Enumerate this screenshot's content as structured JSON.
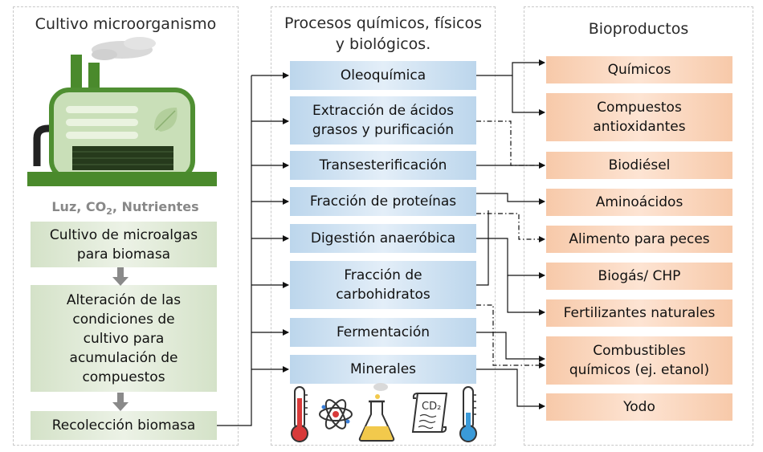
{
  "panels": {
    "left_title": "Cultivo microorganismo",
    "middle_title_line1": "Procesos químicos, físicos",
    "middle_title_line2": "y biológicos.",
    "right_title": "Bioproductos"
  },
  "inputs": {
    "luz": "Luz, CO",
    "co2_sub": "2",
    "rest": ", Nutrientes"
  },
  "steps": [
    {
      "line1": "Cultivo de microalgas",
      "line2": "para biomasa"
    },
    {
      "line1": "Alteración de las",
      "line2": "condiciones de",
      "line3": "cultivo para",
      "line4": "acumulación de",
      "line5": "compuestos"
    },
    {
      "line1": "Recolección biomasa"
    }
  ],
  "processes": [
    {
      "line1": "Oleoquímica"
    },
    {
      "line1": "Extracción de ácidos",
      "line2": "grasos y purificación"
    },
    {
      "line1": "Transesterificación"
    },
    {
      "line1": "Fracción de proteínas"
    },
    {
      "line1": "Digestión anaeróbica"
    },
    {
      "line1": "Fracción de",
      "line2": "carbohidratos"
    },
    {
      "line1": "Fermentación"
    },
    {
      "line1": "Minerales"
    }
  ],
  "products": [
    {
      "line1": "Químicos"
    },
    {
      "line1": "Compuestos",
      "line2": "antioxidantes"
    },
    {
      "line1": "Biodiésel"
    },
    {
      "line1": "Aminoácidos"
    },
    {
      "line1": "Alimento para peces"
    },
    {
      "line1": "Biogás/ CHP"
    },
    {
      "line1": "Fertilizantes naturales"
    },
    {
      "line1": "Combustibles",
      "line2": "químicos (ej. etanol)"
    },
    {
      "line1": "Yodo"
    }
  ],
  "icons": [
    "factory-icon",
    "thermometer-hot-icon",
    "atom-icon",
    "flask-icon",
    "scroll-co2-icon",
    "thermometer-cold-icon"
  ],
  "scroll_text": "CD₂",
  "colors": {
    "factory_green": "#5a9a3a",
    "step_green": "#d4e2c8",
    "process_blue": "#bcd6ec",
    "product_peach": "#f7c9a9",
    "arrow_gray": "#888888"
  }
}
